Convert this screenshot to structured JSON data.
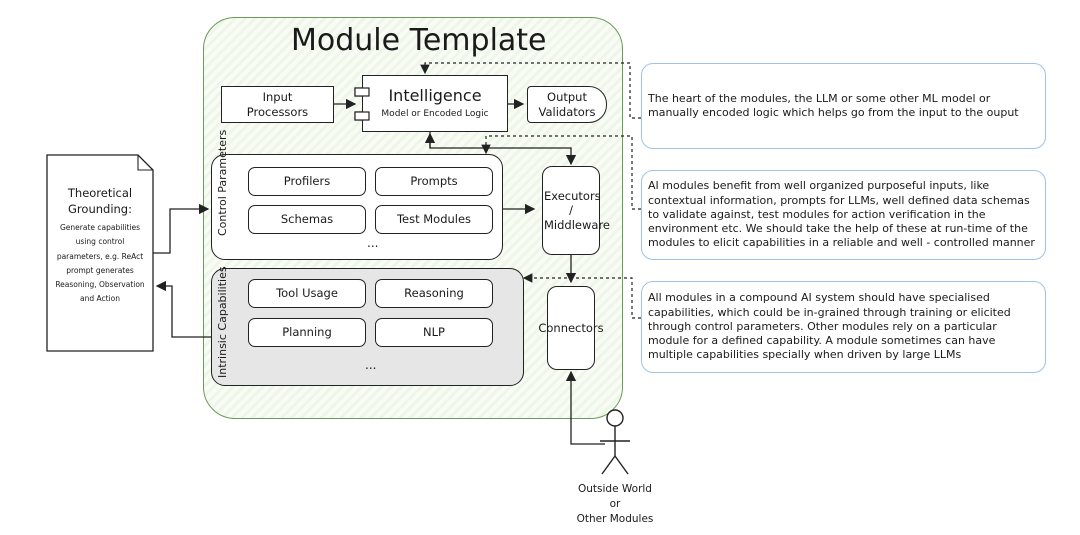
{
  "title": "Module Template",
  "nodes": {
    "input_processors": "Input Processors",
    "intelligence": "Intelligence",
    "intelligence_sub": "Model or Encoded Logic",
    "output_validators": "Output Validators",
    "executors": "Executors / Middleware",
    "connectors": "Connectors"
  },
  "control_parameters": {
    "label": "Control Parameters",
    "items": [
      "Profilers",
      "Prompts",
      "Schemas",
      "Test Modules"
    ],
    "ellipsis": "..."
  },
  "intrinsic_capabilities": {
    "label": "Intrinsic Capabilities",
    "items": [
      "Tool Usage",
      "Reasoning",
      "Planning",
      "NLP"
    ],
    "ellipsis": "..."
  },
  "theoretical_grounding": {
    "title": "Theoretical Grounding:",
    "body": "Generate capabilities using control parameters, e.g. ReAct prompt generates Reasoning, Observation and Action"
  },
  "outside": {
    "line1": "Outside World",
    "line2": "or",
    "line3": "Other Modules"
  },
  "notes": [
    "The heart of the modules, the LLM or some other ML model or manually encoded logic which helps go from the input to the ouput",
    "AI modules benefit from well organized purposeful inputs, like contextual information, prompts for LLMs, well defined data schemas to validate against, test modules for action verification in the environment etc. We should take the help of these at run-time of the modules to elicit capabilities in a reliable and well - controlled manner",
    "All modules in a compound AI system should have specialised capabilities, which could be in-grained through training or elicited through control parameters. Other modules rely on a particular module for a defined capability. A module sometimes can have multiple capabilities specially when driven by large LLMs"
  ]
}
